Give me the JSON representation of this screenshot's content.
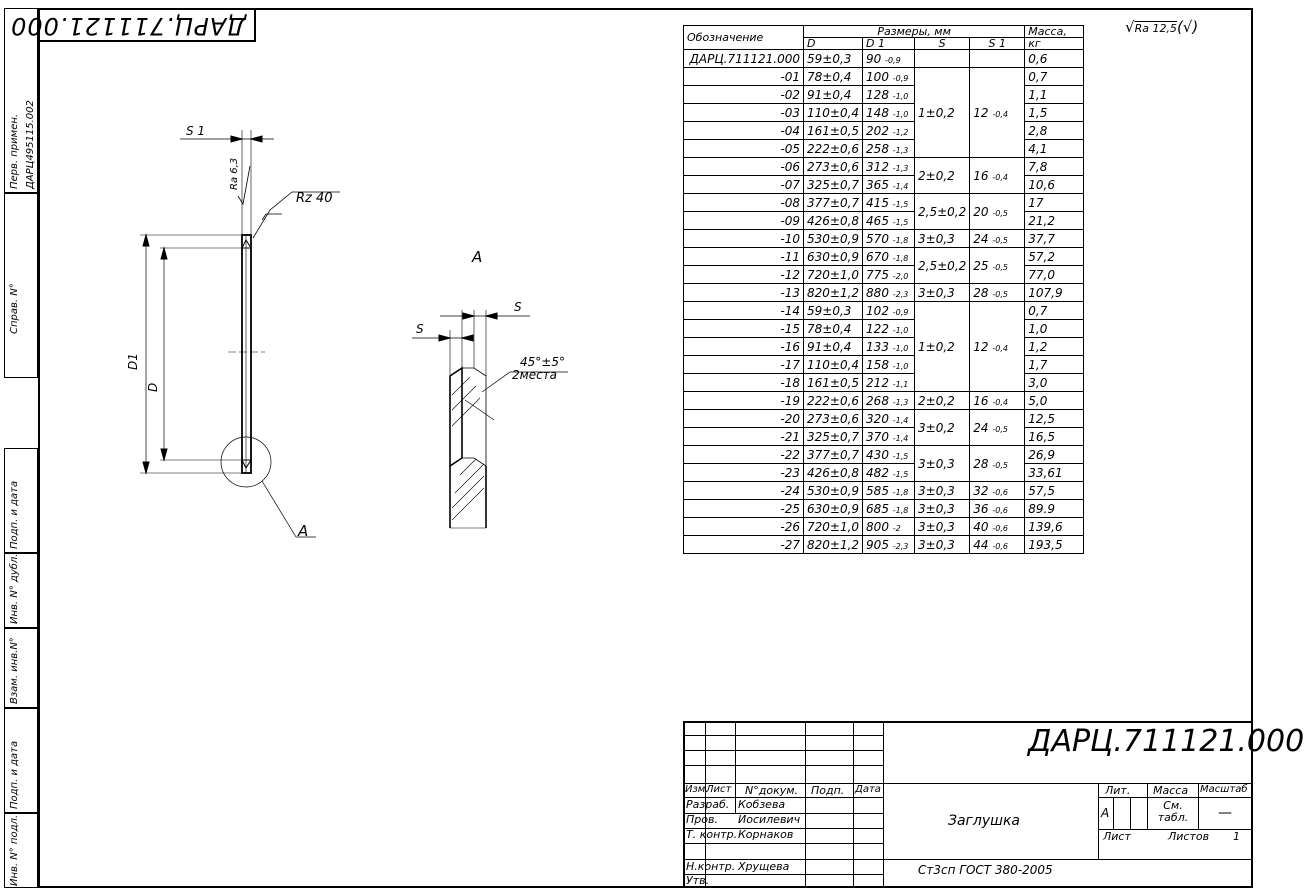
{
  "stamp_top": "ДАРЦ.711121.000",
  "roughness": {
    "prefix": "Ra 12,5",
    "suffix": "(√)"
  },
  "sidebar": {
    "perv_primen_label": "Перв. примен.",
    "perv_primen_value": "ДАРЦ495115.002",
    "sprav_label": "Справ. N°",
    "podp_data_1": "Подп. и дата",
    "inv_dubl": "Инв. N° дубл.",
    "vzam_inv": "Взам. инв.N°",
    "podp_data_2": "Подп. и дата",
    "inv_podl": "Инв. N° подл."
  },
  "drawing": {
    "s1_label": "S 1",
    "ra_label": "Ra 6,3",
    "rz_label": "Rz 40",
    "d1_label": "D1",
    "d_label": "D",
    "view_a_label": "A",
    "callout_a": "A",
    "s_left": "S",
    "s_right": "S",
    "chamfer": "45°±5°",
    "chamfer_note": "2места"
  },
  "spec_table": {
    "headers": {
      "designation": "Обозначение",
      "sizes": "Размеры, мм",
      "mass": "Масса,",
      "mass_unit": "кг",
      "d": "D",
      "d1": "D 1",
      "s": "S",
      "s1": "S 1"
    },
    "rows": [
      {
        "des": "ДАРЦ.711121.000",
        "d": "59±0,3",
        "d1": "90",
        "d1t": "-0,9",
        "m": "0,6"
      },
      {
        "des": "-01",
        "d": "78±0,4",
        "d1": "100",
        "d1t": "-0,9",
        "m": "0,7"
      },
      {
        "des": "-02",
        "d": "91±0,4",
        "d1": "128",
        "d1t": "-1,0",
        "m": "1,1"
      },
      {
        "des": "-03",
        "d": "110±0,4",
        "d1": "148",
        "d1t": "-1,0",
        "m": "1,5"
      },
      {
        "des": "-04",
        "d": "161±0,5",
        "d1": "202",
        "d1t": "-1,2",
        "m": "2,8"
      },
      {
        "des": "-05",
        "d": "222±0,6",
        "d1": "258",
        "d1t": "-1,3",
        "m": "4,1"
      },
      {
        "des": "-06",
        "d": "273±0,6",
        "d1": "312",
        "d1t": "-1,3",
        "m": "7,8"
      },
      {
        "des": "-07",
        "d": "325±0,7",
        "d1": "365",
        "d1t": "-1,4",
        "m": "10,6"
      },
      {
        "des": "-08",
        "d": "377±0,7",
        "d1": "415",
        "d1t": "-1,5",
        "m": "17"
      },
      {
        "des": "-09",
        "d": "426±0,8",
        "d1": "465",
        "d1t": "-1,5",
        "m": "21,2"
      },
      {
        "des": "-10",
        "d": "530±0,9",
        "d1": "570",
        "d1t": "-1,8",
        "m": "37,7"
      },
      {
        "des": "-11",
        "d": "630±0,9",
        "d1": "670",
        "d1t": "-1,8",
        "m": "57,2"
      },
      {
        "des": "-12",
        "d": "720±1,0",
        "d1": "775",
        "d1t": "-2,0",
        "m": "77,0"
      },
      {
        "des": "-13",
        "d": "820±1,2",
        "d1": "880",
        "d1t": "-2,3",
        "m": "107,9"
      },
      {
        "des": "-14",
        "d": "59±0,3",
        "d1": "102",
        "d1t": "-0,9",
        "m": "0,7"
      },
      {
        "des": "-15",
        "d": "78±0,4",
        "d1": "122",
        "d1t": "-1,0",
        "m": "1,0"
      },
      {
        "des": "-16",
        "d": "91±0,4",
        "d1": "133",
        "d1t": "-1,0",
        "m": "1,2"
      },
      {
        "des": "-17",
        "d": "110±0,4",
        "d1": "158",
        "d1t": "-1,0",
        "m": "1,7"
      },
      {
        "des": "-18",
        "d": "161±0,5",
        "d1": "212",
        "d1t": "-1,1",
        "m": "3,0"
      },
      {
        "des": "-19",
        "d": "222±0,6",
        "d1": "268",
        "d1t": "-1,3",
        "m": "5,0"
      },
      {
        "des": "-20",
        "d": "273±0,6",
        "d1": "320",
        "d1t": "-1,4",
        "m": "12,5"
      },
      {
        "des": "-21",
        "d": "325±0,7",
        "d1": "370",
        "d1t": "-1,4",
        "m": "16,5"
      },
      {
        "des": "-22",
        "d": "377±0,7",
        "d1": "430",
        "d1t": "-1,5",
        "m": "26,9"
      },
      {
        "des": "-23",
        "d": "426±0,8",
        "d1": "482",
        "d1t": "-1,5",
        "m": "33,61"
      },
      {
        "des": "-24",
        "d": "530±0,9",
        "d1": "585",
        "d1t": "-1,8",
        "m": "57,5"
      },
      {
        "des": "-25",
        "d": "630±0,9",
        "d1": "685",
        "d1t": "-1,8",
        "m": "89.9"
      },
      {
        "des": "-26",
        "d": "720±1,0",
        "d1": "800",
        "d1t": "-2",
        "m": "139,6"
      },
      {
        "des": "-27",
        "d": "820±1,2",
        "d1": "905",
        "d1t": "-2,3",
        "m": "193,5"
      }
    ],
    "s_groups": [
      {
        "row": 1,
        "span": 5,
        "s": "1±0,2",
        "s1": "12",
        "s1t": "-0,4"
      },
      {
        "row": 6,
        "span": 2,
        "s": "2±0,2",
        "s1": "16",
        "s1t": "-0,4"
      },
      {
        "row": 8,
        "span": 2,
        "s": "2,5±0,2",
        "s1": "20",
        "s1t": "-0,5"
      },
      {
        "row": 10,
        "span": 1,
        "s": "3±0,3",
        "s1": "24",
        "s1t": "-0,5"
      },
      {
        "row": 11,
        "span": 2,
        "s": "2,5±0,2",
        "s1": "25",
        "s1t": "-0,5"
      },
      {
        "row": 13,
        "span": 1,
        "s": "3±0,3",
        "s1": "28",
        "s1t": "-0,5"
      },
      {
        "row": 14,
        "span": 5,
        "s": "1±0,2",
        "s1": "12",
        "s1t": "-0,4"
      },
      {
        "row": 19,
        "span": 1,
        "s": "2±0,2",
        "s1": "16",
        "s1t": "-0,4"
      },
      {
        "row": 20,
        "span": 2,
        "s": "3±0,2",
        "s1": "24",
        "s1t": "-0,5"
      },
      {
        "row": 22,
        "span": 2,
        "s": "3±0,3",
        "s1": "28",
        "s1t": "-0,5"
      },
      {
        "row": 24,
        "span": 1,
        "s": "3±0,3",
        "s1": "32",
        "s1t": "-0,6"
      },
      {
        "row": 25,
        "span": 1,
        "s": "3±0,3",
        "s1": "36",
        "s1t": "-0,6"
      },
      {
        "row": 26,
        "span": 1,
        "s": "3±0,3",
        "s1": "40",
        "s1t": "-0,6"
      },
      {
        "row": 27,
        "span": 1,
        "s": "3±0,3",
        "s1": "44",
        "s1t": "-0,6"
      }
    ]
  },
  "title_block": {
    "doc_number": "ДАРЦ.711121.000",
    "izm": "Изм.",
    "list": "Лист",
    "n_dokum": "N°докум.",
    "podp": "Подп.",
    "data": "Дата",
    "razrab": "Разраб.",
    "razrab_name": "Кобзева",
    "prov": "Пров.",
    "prov_name": "Иосилевич",
    "t_kontr": "Т. контр.",
    "t_kontr_name": "Корнаков",
    "n_kontr": "Н.контр.",
    "n_kontr_name": "Хрущева",
    "utv": "Утв.",
    "part_name": "Заглушка",
    "material": "Ст3сп ГОСТ 380-2005",
    "lit": "Лит.",
    "massa": "Масса",
    "masshtab": "Масштаб",
    "lit_value": "А",
    "massa_value": "См. табл.",
    "masshtab_value": "—",
    "sheet": "Лист",
    "sheets": "Листов",
    "sheets_value": "1"
  }
}
